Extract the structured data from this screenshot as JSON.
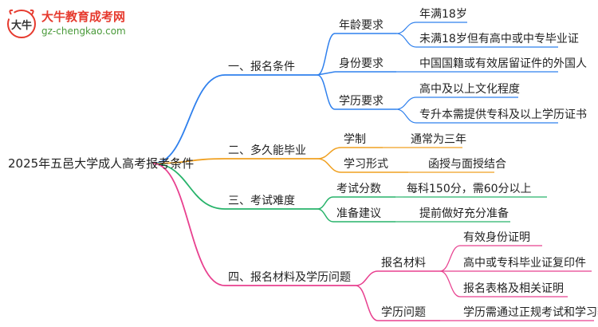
{
  "logo": {
    "name": "大牛教育成考网",
    "url": "gz-chengkao.com",
    "icon": "bull-logo-icon",
    "mark_text": "大牛"
  },
  "colors": {
    "blue": "#2f80ed",
    "orange": "#f0a020",
    "green": "#27b36a",
    "pink": "#e8408f",
    "logo_red": "#e63a2e",
    "logo_green": "#4a9a3a"
  },
  "mindmap": {
    "root": "2025年五邑大学成人高考报考条件",
    "branches": [
      {
        "label": "一、报名条件",
        "color": "blue",
        "children": [
          {
            "label": "年龄要求",
            "leaves": [
              "年满18岁",
              "未满18岁但有高中或中专毕业证"
            ]
          },
          {
            "label": "身份要求",
            "leaves": [
              "中国国籍或有效居留证件的外国人"
            ]
          },
          {
            "label": "学历要求",
            "leaves": [
              "高中及以上文化程度",
              "专升本需提供专科及以上学历证书"
            ]
          }
        ]
      },
      {
        "label": "二、多久能毕业",
        "color": "orange",
        "children": [
          {
            "label": "学制",
            "leaves": [
              "通常为三年"
            ]
          },
          {
            "label": "学习形式",
            "leaves": [
              "函授与面授结合"
            ]
          }
        ]
      },
      {
        "label": "三、考试难度",
        "color": "green",
        "children": [
          {
            "label": "考试分数",
            "leaves": [
              "每科150分，需60分以上"
            ]
          },
          {
            "label": "准备建议",
            "leaves": [
              "提前做好充分准备"
            ]
          }
        ]
      },
      {
        "label": "四、报名材料及学历问题",
        "color": "pink",
        "children": [
          {
            "label": "报名材料",
            "leaves": [
              "有效身份证明",
              "高中或专科毕业证复印件",
              "报名表格及相关证明"
            ]
          },
          {
            "label": "学历问题",
            "leaves": [
              "学历需通过正规考试和学习获得"
            ]
          }
        ]
      }
    ]
  }
}
